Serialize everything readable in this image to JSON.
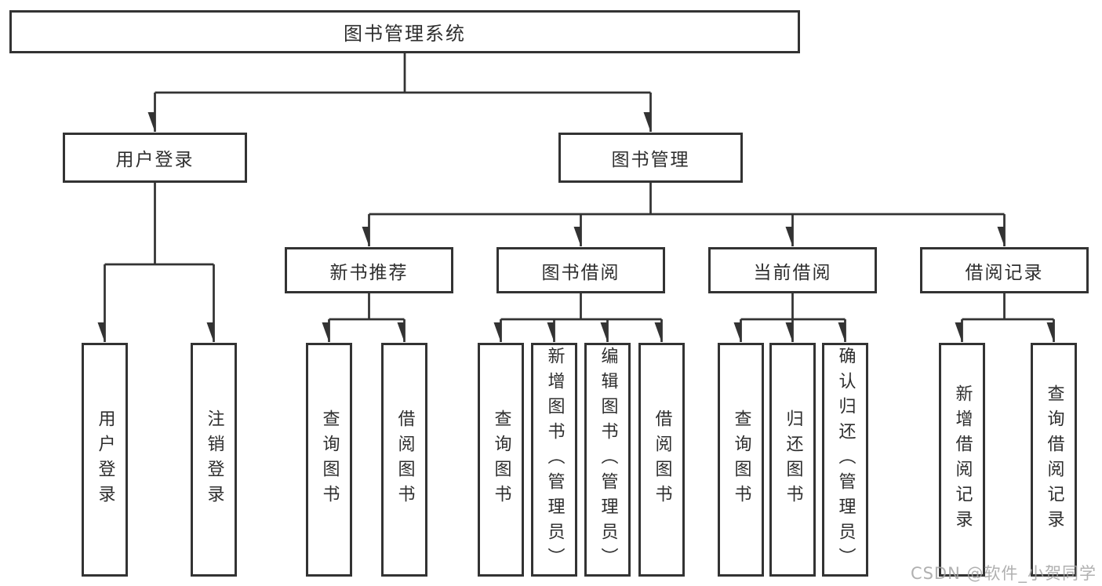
{
  "diagram": {
    "title": "图书管理系统",
    "watermark": "CSDN @软件_小贺同学",
    "colors": {
      "line": "#333333",
      "box_border": "#333333",
      "text": "#2e2e2e",
      "background": "#ffffff",
      "watermark": "#a2a2a2"
    },
    "level2": {
      "user_login": "用户登录",
      "book_management": "图书管理"
    },
    "level3": {
      "new_book_recommend": "新书推荐",
      "book_borrow": "图书借阅",
      "current_borrow": "当前借阅",
      "borrow_records": "借阅记录"
    },
    "leaves": {
      "user_login_leaf": "用户登录",
      "logout": "注销登录",
      "nb_query_books": "查询图书",
      "nb_borrow_books": "借阅图书",
      "bb_query_books": "查询图书",
      "bb_add_books": "新增图书（管理员）",
      "bb_edit_books": "编辑图书（管理员）",
      "bb_borrow_books": "借阅图书",
      "cb_query_books": "查询图书",
      "cb_return_books": "归还图书",
      "cb_confirm_return": "确认归还（管理员）",
      "br_add_record": "新增借阅记录",
      "br_query_record": "查询借阅记录"
    }
  }
}
